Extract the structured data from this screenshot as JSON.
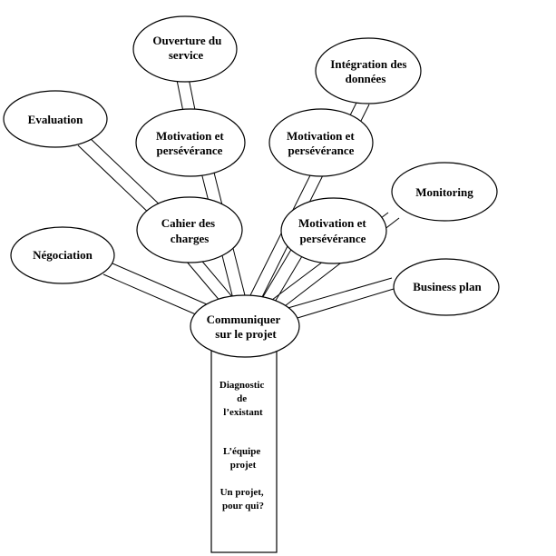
{
  "nodes": {
    "ouverture": [
      "Ouverture du",
      "service"
    ],
    "integration": [
      "Intégration des",
      "données"
    ],
    "evaluation": [
      "Evaluation"
    ],
    "motivation_top_left": [
      "Motivation et",
      "persévérance"
    ],
    "motivation_top_right": [
      "Motivation et",
      "persévérance"
    ],
    "monitoring": [
      "Monitoring"
    ],
    "negociation": [
      "Négociation"
    ],
    "cahier": [
      "Cahier des",
      "charges"
    ],
    "motivation_mid": [
      "Motivation et",
      "persévérance"
    ],
    "business": [
      "Business plan"
    ],
    "communiquer": [
      "Communiquer",
      "sur le projet"
    ]
  },
  "trunk": {
    "diagnostic": [
      "Diagnostic",
      "de",
      "l’existant"
    ],
    "equipe": [
      "L’équipe",
      "projet"
    ],
    "pour_qui": [
      "Un projet,",
      "pour qui?"
    ]
  }
}
